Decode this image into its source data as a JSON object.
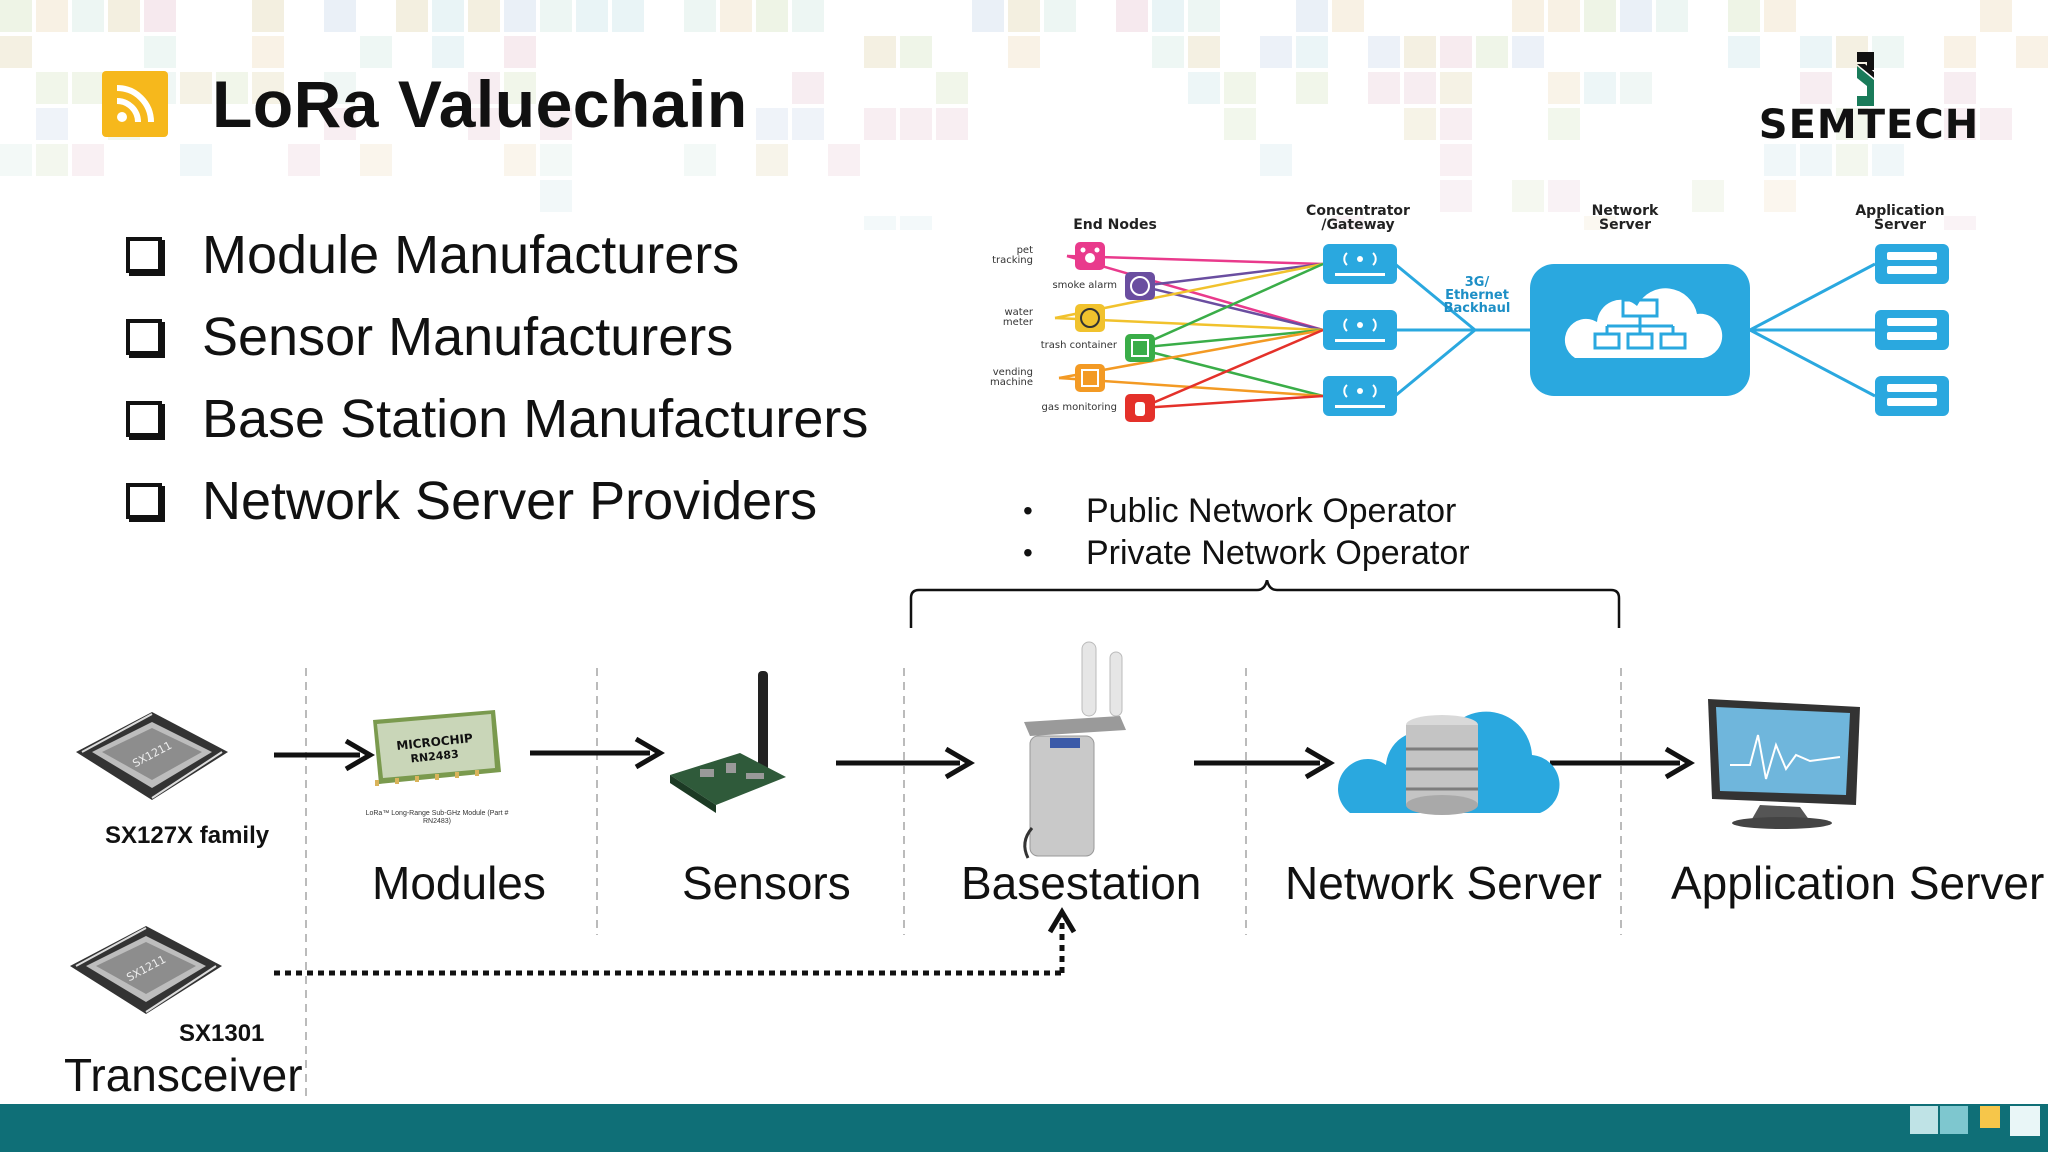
{
  "title": "LoRa Valuechain",
  "logo_text": "SEMTECH",
  "bullets": [
    "Module Manufacturers",
    "Sensor Manufacturers",
    "Base Station Manufacturers",
    "Network Server Providers"
  ],
  "network_diagram": {
    "headers": {
      "end_nodes": "End Nodes",
      "gateway": "Concentrator /Gateway",
      "network_server": "Network Server",
      "application_server": "Application Server"
    },
    "backhaul": "3G/ Ethernet Backhaul",
    "end_node_labels": [
      "pet tracking",
      "smoke alarm",
      "water meter",
      "trash container",
      "vending machine",
      "gas monitoring"
    ]
  },
  "operators": [
    "Public Network Operator",
    "Private Network Operator"
  ],
  "chain": {
    "sx127x_caption": "SX127X family",
    "module_caption": "LoRa™ Long-Range Sub-GHz Module (Part # RN2483)",
    "module_brand": "MICROCHIP",
    "module_part": "RN2483",
    "chip_mark": "SX1211",
    "labels": {
      "modules": "Modules",
      "sensors": "Sensors",
      "basestation": "Basestation",
      "network_server": "Network Server",
      "application_server": "Application Server"
    },
    "sx1301_caption": "SX1301",
    "transceiver": "Transceiver"
  },
  "colors": {
    "accent_blue": "#2aa8df",
    "rss_orange": "#f6b81c",
    "footer_teal": "#0f6f77"
  }
}
